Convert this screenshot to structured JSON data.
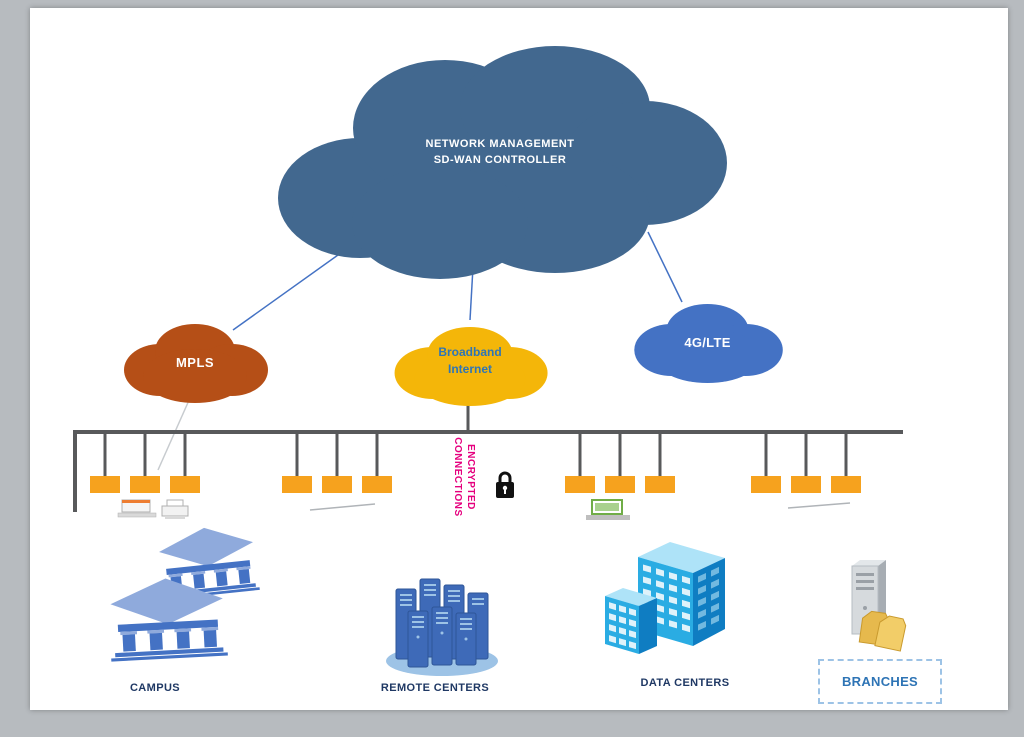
{
  "controller": {
    "line1": "NETWORK MANAGEMENT",
    "line2": "SD-WAN CONTROLLER",
    "color": "#42688F",
    "text_color": "#ffffff"
  },
  "transports": {
    "mpls": {
      "label": "MPLS",
      "color": "#B54F17",
      "text_color": "#ffffff"
    },
    "broadband": {
      "line1": "Broadband",
      "line2": "Internet",
      "color": "#F4B609",
      "text_color": "#2E75B6"
    },
    "lte": {
      "label": "4G/LTE",
      "color": "#4472C4",
      "text_color": "#ffffff"
    }
  },
  "encrypted": {
    "line1": "ENCRYPTED",
    "line2": "CONNECTIONS",
    "color": "#E5007E"
  },
  "sites": {
    "campus": {
      "label": "CAMPUS"
    },
    "remote": {
      "label": "REMOTE CENTERS"
    },
    "data": {
      "label": "DATA CENTERS"
    },
    "branches": {
      "label": "BRANCHES"
    }
  },
  "colors": {
    "bus_line": "#58595B",
    "connector_box": "#F6A21E",
    "controller_link": "#4472C4",
    "site_label": "#1F3864",
    "branches_label": "#2E74B5",
    "page_background": "#b7bbbf",
    "slide_background": "#ffffff"
  }
}
